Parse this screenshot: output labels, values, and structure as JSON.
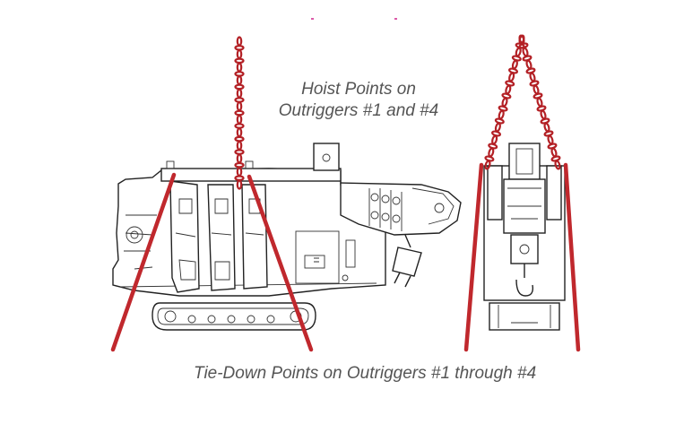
{
  "captions": {
    "hoist_line1": "Hoist Points on",
    "hoist_line2": "Outriggers #1 and #4",
    "tiedown": "Tie-Down Points on Outriggers #1 through #4"
  },
  "colors": {
    "chain": "#b32025",
    "strap": "#c0282d",
    "caption_text": "#555555",
    "line_art": "#222222"
  },
  "icons": {
    "side_view": "crane-side-view-drawing",
    "end_view": "crane-end-view-drawing",
    "chain": "lifting-chain"
  }
}
